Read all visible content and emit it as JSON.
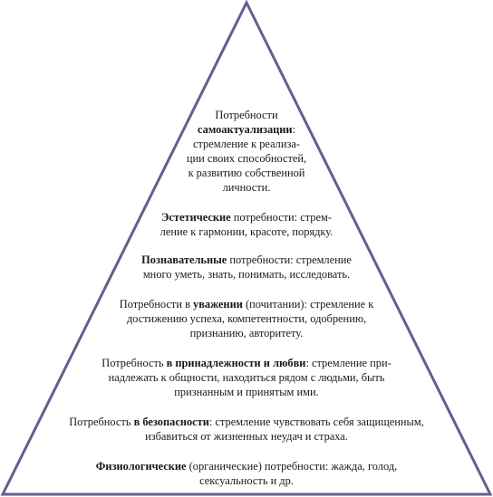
{
  "levels": [
    {
      "id": "self-actualization",
      "lines": [
        [
          {
            "t": "Потребности"
          }
        ],
        [
          {
            "t": "самоактуализации",
            "b": true
          },
          {
            "t": ":"
          }
        ],
        [
          {
            "t": "стремление к реализа-"
          }
        ],
        [
          {
            "t": "ции своих способностей,"
          }
        ],
        [
          {
            "t": "к развитию собственной"
          }
        ],
        [
          {
            "t": "личности."
          }
        ]
      ]
    },
    {
      "id": "aesthetic",
      "lines": [
        [
          {
            "t": "Эстетические",
            "b": true
          },
          {
            "t": " потребности: стрем-"
          }
        ],
        [
          {
            "t": "ление к гармонии, красоте, порядку."
          }
        ]
      ]
    },
    {
      "id": "cognitive",
      "lines": [
        [
          {
            "t": "Познавательные",
            "b": true
          },
          {
            "t": " потребности: стремление"
          }
        ],
        [
          {
            "t": "много уметь, знать, понимать, исследовать."
          }
        ]
      ]
    },
    {
      "id": "esteem",
      "lines": [
        [
          {
            "t": "Потребности в "
          },
          {
            "t": "уважении",
            "b": true
          },
          {
            "t": " (почитании): стремление к"
          }
        ],
        [
          {
            "t": "достижению успеха, компетентности, одобрению,"
          }
        ],
        [
          {
            "t": "признанию, авторитету."
          }
        ]
      ]
    },
    {
      "id": "belonging",
      "lines": [
        [
          {
            "t": "Потребность "
          },
          {
            "t": "в принадлежности и любви",
            "b": true
          },
          {
            "t": ": стремление при-"
          }
        ],
        [
          {
            "t": "надлежать к общности, находиться рядом с людьми, быть"
          }
        ],
        [
          {
            "t": "признанным и принятым ими."
          }
        ]
      ]
    },
    {
      "id": "safety",
      "lines": [
        [
          {
            "t": "Потребность "
          },
          {
            "t": "в безопасности",
            "b": true
          },
          {
            "t": ": стремление чувствовать себя защищенным,"
          }
        ],
        [
          {
            "t": "избавиться от жизненных неудач и страха."
          }
        ]
      ]
    },
    {
      "id": "physiological",
      "lines": [
        [
          {
            "t": "Физиологические",
            "b": true
          },
          {
            "t": " (органические) потребности: жажда, голод,"
          }
        ],
        [
          {
            "t": "сексуальность и др."
          }
        ]
      ]
    }
  ],
  "colors": {
    "outline": "#6b5b8e",
    "text": "#1a1a1a",
    "background": "#ffffff"
  }
}
